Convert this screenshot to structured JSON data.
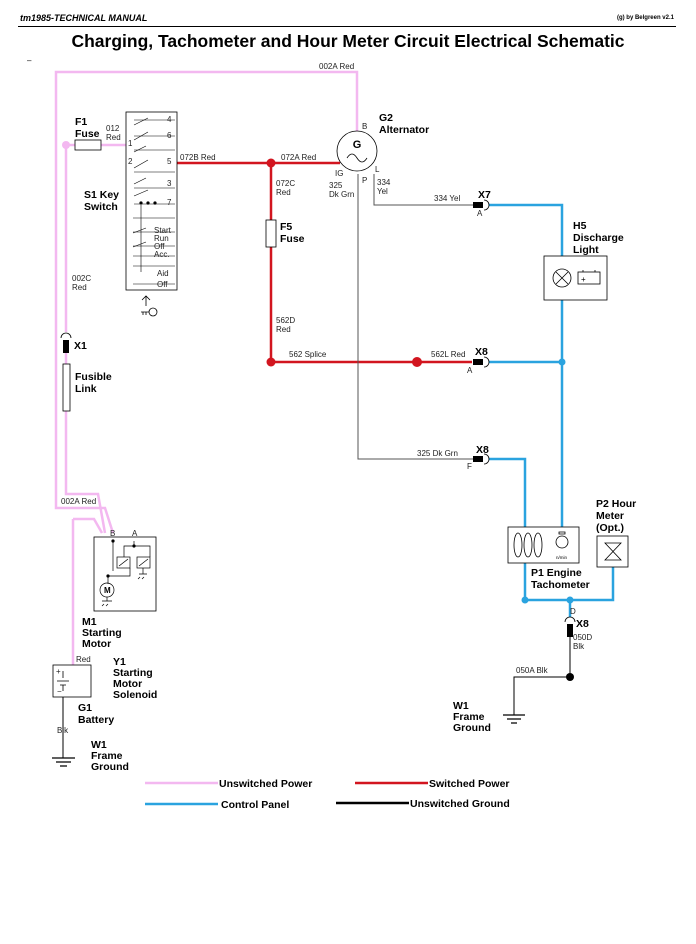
{
  "header": {
    "manual": "tm1985-TECHNICAL MANUAL",
    "credit": "(g) by Belgreen v2.1",
    "title": "Charging, Tachometer and Hour Meter Circuit Electrical Schematic"
  },
  "components": {
    "f1": [
      "F1",
      "Fuse"
    ],
    "s1": [
      "S1 Key",
      "Switch"
    ],
    "g2": [
      "G2",
      "Alternator"
    ],
    "f5": [
      "F5",
      "Fuse"
    ],
    "x7": "X7",
    "h5": [
      "H5",
      "Discharge",
      "Light"
    ],
    "x1": "X1",
    "fusible": [
      "Fusible",
      "Link"
    ],
    "x8_a": "X8",
    "x8_f": "X8",
    "x8_d": "X8",
    "p2": [
      "P2 Hour",
      "Meter",
      "(Opt.)"
    ],
    "p1": [
      "P1 Engine",
      "Tachometer"
    ],
    "m1": [
      "M1",
      "Starting",
      "Motor"
    ],
    "y1": [
      "Y1",
      "Starting",
      "Motor",
      "Solenoid"
    ],
    "g1": [
      "G1",
      "Battery"
    ],
    "w1_left": [
      "W1",
      "Frame",
      "Ground"
    ],
    "w1_right": [
      "W1",
      "Frame",
      "Ground"
    ]
  },
  "wires": {
    "w002a_top": "002A Red",
    "w012": [
      "012",
      "Red"
    ],
    "w072b": "072B Red",
    "w072a": "072A Red",
    "w072c": [
      "072C",
      "Red"
    ],
    "w325": [
      "325",
      "Dk Grn"
    ],
    "w334": [
      "334",
      "Yel"
    ],
    "w334_yel": "334 Yel",
    "w002c": [
      "002C",
      "Red"
    ],
    "w562d": [
      "562D",
      "Red"
    ],
    "w562_splice": "562 Splice",
    "w562l": "562L Red",
    "w325_dkgrn": "325 Dk Grn",
    "w002a_bottom": "002A Red",
    "w050d": [
      "050D",
      "Blk"
    ],
    "w050a": "050A Blk",
    "battery_red": "Red",
    "battery_blk": "Blk"
  },
  "pins": {
    "alt_b": "B",
    "alt_g": "G",
    "alt_ig": "IG",
    "alt_l": "L",
    "alt_p": "P",
    "x7_a": "A",
    "x8_a": "A",
    "x8_f": "F",
    "x8_d": "D",
    "sol_b": "B",
    "sol_a": "A",
    "motor_m": "M",
    "tach_unit": "n/min",
    "bat_plus": "+",
    "bat_minus": "−",
    "switch_terms": [
      "4",
      "6",
      "1",
      "2",
      "5",
      "3",
      "7"
    ],
    "switch_positions": [
      "Start",
      "Run",
      "Off",
      "Acc.",
      "Aid",
      "Off"
    ]
  },
  "legend": {
    "unswitched_power": "Unswitched Power",
    "switched_power": "Switched Power",
    "control_panel": "Control Panel",
    "unswitched_ground": "Unswitched Ground"
  },
  "colors": {
    "unswitched_power": "#f3b8f0",
    "switched_power": "#d2151f",
    "control_panel": "#2aa3df",
    "unswitched_ground": "#000000"
  }
}
